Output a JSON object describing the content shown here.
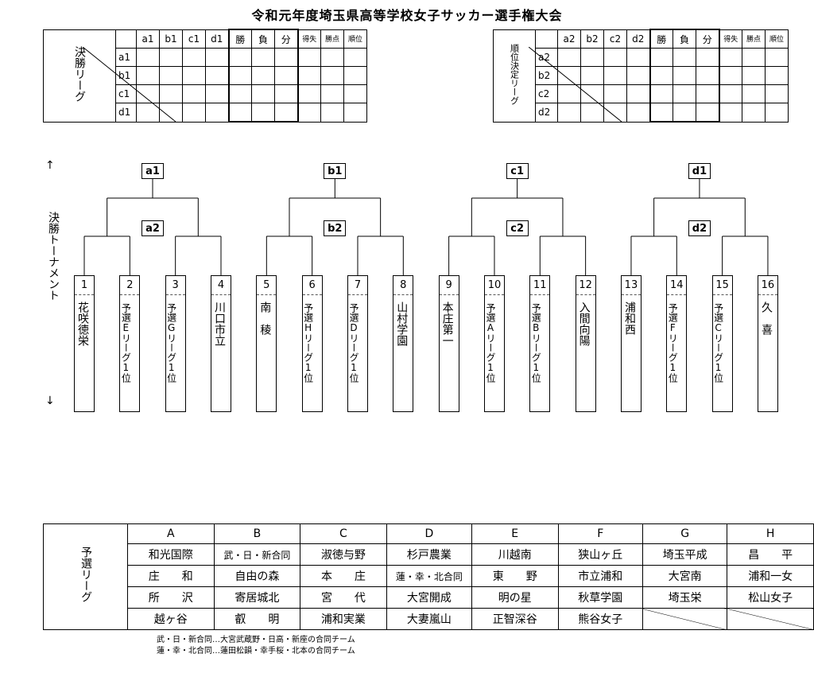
{
  "title": "令和元年度埼玉県高等学校女子サッカー選手権大会",
  "final_league": {
    "label": "決勝リーグ",
    "columns": [
      "a1",
      "b1",
      "c1",
      "d1"
    ],
    "score_headers": [
      "勝",
      "負",
      "分"
    ],
    "small_headers": [
      "得失",
      "勝点",
      "順位"
    ],
    "rows": [
      "a1",
      "b1",
      "c1",
      "d1"
    ]
  },
  "placement_league": {
    "label": "順位決定リーグ",
    "columns": [
      "a2",
      "b2",
      "c2",
      "d2"
    ],
    "score_headers": [
      "勝",
      "負",
      "分"
    ],
    "small_headers": [
      "得失",
      "勝点",
      "順位"
    ],
    "rows": [
      "a2",
      "b2",
      "c2",
      "d2"
    ]
  },
  "tournament": {
    "label": "決勝トーナメント",
    "arrow_up": "↑",
    "arrow_down": "↓",
    "top_matches": [
      "a1",
      "b1",
      "c1",
      "d1"
    ],
    "second_matches": [
      "a2",
      "b2",
      "c2",
      "d2"
    ],
    "teams": [
      {
        "num": "1",
        "name": "花咲徳栄"
      },
      {
        "num": "2",
        "name": "予選Eリーグ1位"
      },
      {
        "num": "3",
        "name": "予選Gリーグ1位"
      },
      {
        "num": "4",
        "name": "川口市立"
      },
      {
        "num": "5",
        "name": "南　稜"
      },
      {
        "num": "6",
        "name": "予選Hリーグ1位"
      },
      {
        "num": "7",
        "name": "予選Dリーグ1位"
      },
      {
        "num": "8",
        "name": "山村学園"
      },
      {
        "num": "9",
        "name": "本庄第一"
      },
      {
        "num": "10",
        "name": "予選Aリーグ1位"
      },
      {
        "num": "11",
        "name": "予選Bリーグ1位"
      },
      {
        "num": "12",
        "name": "入間向陽"
      },
      {
        "num": "13",
        "name": "浦和西"
      },
      {
        "num": "14",
        "name": "予選Fリーグ1位"
      },
      {
        "num": "15",
        "name": "予選Cリーグ1位"
      },
      {
        "num": "16",
        "name": "久　喜"
      }
    ]
  },
  "prelim": {
    "label": "予選リーグ",
    "groups": [
      "A",
      "B",
      "C",
      "D",
      "E",
      "F",
      "G",
      "H"
    ],
    "rows": [
      [
        "和光国際",
        "武・日・新合同",
        "淑徳与野",
        "杉戸農業",
        "川越南",
        "狭山ヶ丘",
        "埼玉平成",
        "昌　　平"
      ],
      [
        "庄　　和",
        "自由の森",
        "本　　庄",
        "蓮・幸・北合同",
        "東　　野",
        "市立浦和",
        "大宮南",
        "浦和一女"
      ],
      [
        "所　　沢",
        "寄居城北",
        "宮　　代",
        "大宮開成",
        "明の星",
        "秋草学園",
        "埼玉栄",
        "松山女子"
      ],
      [
        "越ヶ谷",
        "叡　　明",
        "浦和実業",
        "大妻嵐山",
        "正智深谷",
        "熊谷女子",
        "",
        ""
      ]
    ]
  },
  "notes": [
    "武・日・新合同…大宮武蔵野・日高・新座の合同チーム",
    "蓮・幸・北合同…蓮田松韻・幸手桜・北本の合同チーム"
  ]
}
